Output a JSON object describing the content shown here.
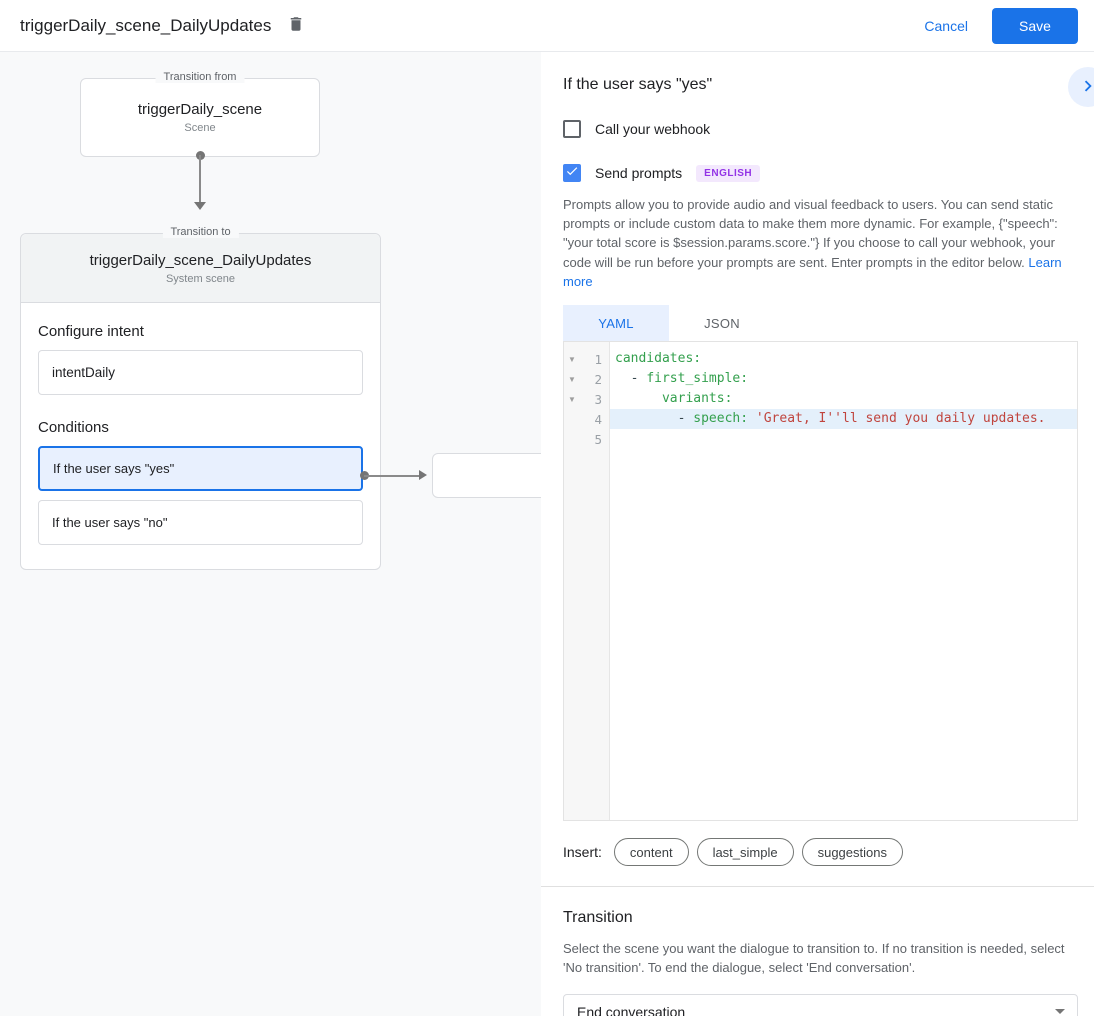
{
  "header": {
    "title": "triggerDaily_scene_DailyUpdates",
    "cancel_label": "Cancel",
    "save_label": "Save"
  },
  "diagram": {
    "from_box": {
      "legend": "Transition from",
      "title": "triggerDaily_scene",
      "subtitle": "Scene"
    },
    "to_box": {
      "legend": "Transition to",
      "title": "triggerDaily_scene_DailyUpdates",
      "subtitle": "System scene",
      "intent_section_label": "Configure intent",
      "intent_value": "intentDaily",
      "conditions_label": "Conditions",
      "conditions": [
        {
          "label": "If the user says \"yes\"",
          "selected": true
        },
        {
          "label": "If the user says \"no\"",
          "selected": false
        }
      ]
    }
  },
  "panel": {
    "title": "If the user says \"yes\"",
    "webhook_checkbox": {
      "label": "Call your webhook",
      "checked": false
    },
    "prompts_checkbox": {
      "label": "Send prompts",
      "checked": true,
      "badge": "ENGLISH"
    },
    "description": "Prompts allow you to provide audio and visual feedback to users. You can send static prompts or include custom data to make them more dynamic. For example, {\"speech\": \"your total score is $session.params.score.\"} If you choose to call your webhook, your code will be run before your prompts are sent. Enter prompts in the editor below.",
    "learn_more": "Learn more",
    "tabs": [
      {
        "label": "YAML",
        "active": true
      },
      {
        "label": "JSON",
        "active": false
      }
    ],
    "editor": {
      "lines": [
        {
          "n": 1,
          "fold": true,
          "highlight": false,
          "tokens": [
            {
              "c": "k",
              "t": "candidates:"
            }
          ]
        },
        {
          "n": 2,
          "fold": true,
          "highlight": false,
          "tokens": [
            {
              "c": "p",
              "t": "  - "
            },
            {
              "c": "k",
              "t": "first_simple:"
            }
          ]
        },
        {
          "n": 3,
          "fold": true,
          "highlight": false,
          "tokens": [
            {
              "c": "p",
              "t": "      "
            },
            {
              "c": "k",
              "t": "variants:"
            }
          ]
        },
        {
          "n": 4,
          "fold": false,
          "highlight": true,
          "tokens": [
            {
              "c": "p",
              "t": "        - "
            },
            {
              "c": "k",
              "t": "speech:"
            },
            {
              "c": "p",
              "t": " "
            },
            {
              "c": "s",
              "t": "'Great, I''ll send you daily updates."
            }
          ]
        },
        {
          "n": 5,
          "fold": false,
          "highlight": false,
          "tokens": []
        }
      ]
    },
    "insert_label": "Insert:",
    "insert_chips": [
      "content",
      "last_simple",
      "suggestions"
    ],
    "transition": {
      "heading": "Transition",
      "description": "Select the scene you want the dialogue to transition to. If no transition is needed, select 'No transition'. To end the dialogue, select 'End conversation'.",
      "selected_value": "End conversation"
    }
  },
  "colors": {
    "accent_blue": "#1a73e8",
    "checkbox_blue": "#4285f4",
    "selected_condition_bg": "#e8f0fe",
    "badge_bg": "#f3e8fd",
    "badge_text": "#9334e6",
    "code_key_green": "#34a04e",
    "code_string_red": "#c0453e",
    "line_highlight": "#e4f0fb",
    "canvas_bg": "#f8f9fa"
  }
}
